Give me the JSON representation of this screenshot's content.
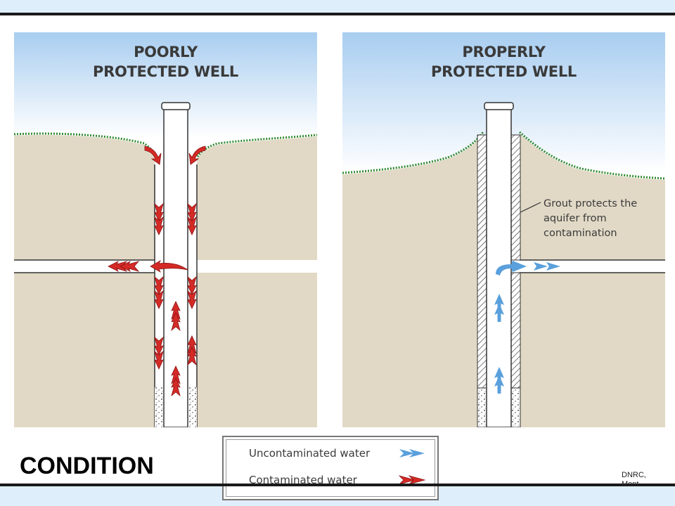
{
  "colors": {
    "page_background": "#dfeefb",
    "sky_top": "#a8cdf0",
    "soil": "#e1d9c6",
    "grass": "#2f8a2f",
    "contaminated_arrow": "#d42a26",
    "uncontaminated_arrow": "#5aa0dc"
  },
  "left_panel": {
    "title_line1": "POORLY",
    "title_line2": "PROTECTED WELL"
  },
  "right_panel": {
    "title_line1": "PROPERLY",
    "title_line2": "PROTECTED WELL",
    "grout_note": "Grout protects the aquifer from contamination"
  },
  "condition_label": "CONDITION",
  "legend": {
    "uncontaminated_label": "Uncontaminated water",
    "contaminated_label": "Contaminated water",
    "uncontaminated_icon": "blue-double-arrow-icon",
    "contaminated_icon": "red-double-arrow-icon"
  },
  "credit": "DNRC, Mont."
}
